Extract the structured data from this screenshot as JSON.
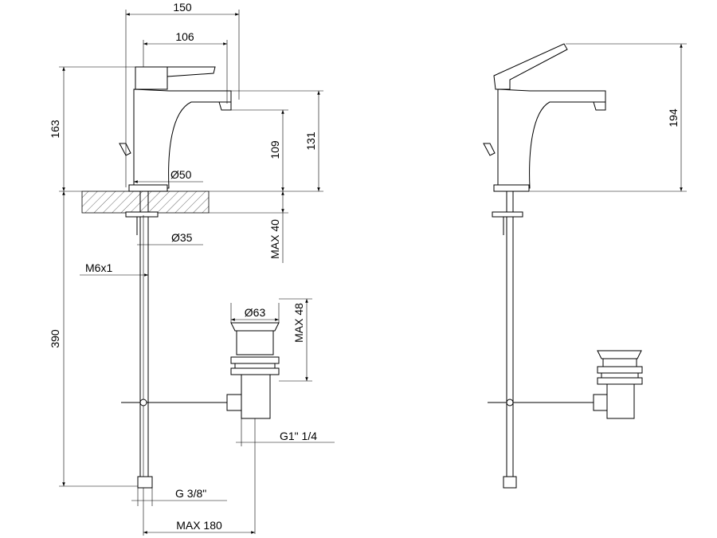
{
  "drawing": {
    "dimensions": {
      "overall_width": "150",
      "spout_reach": "106",
      "total_height": "163",
      "spout_height": "109",
      "outlet_height": "131",
      "base_diameter": "Ø50",
      "deck_thickness": "MAX 40",
      "hole_diameter": "Ø35",
      "thread": "M6x1",
      "hose_length": "390",
      "plug_diameter": "Ø63",
      "waste_height": "MAX 48",
      "waste_thread": "G1\" 1/4",
      "inlet_thread": "G 3/8\"",
      "rod_reach": "MAX 180",
      "lever_open_height": "194"
    },
    "colors": {
      "line": "#000000",
      "background": "#ffffff"
    }
  }
}
